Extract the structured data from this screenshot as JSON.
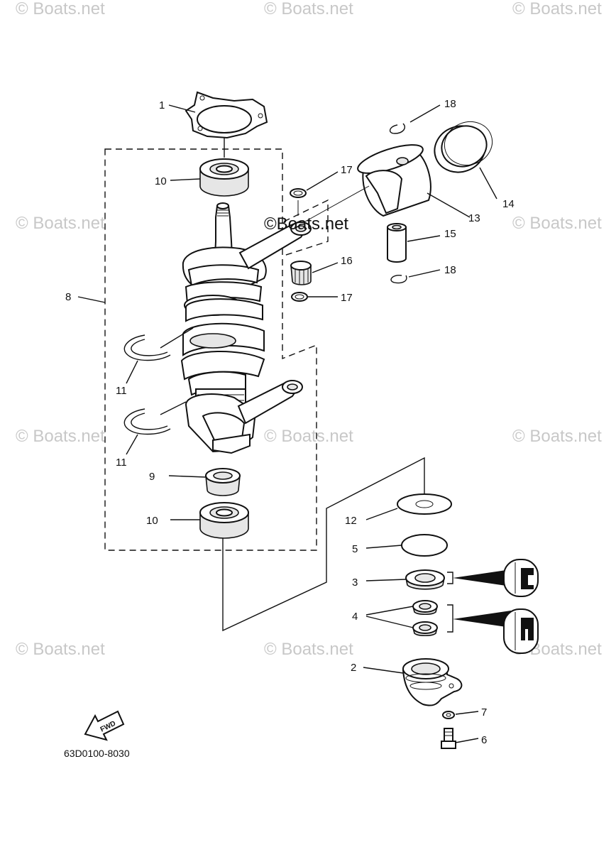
{
  "watermark": {
    "text": "© Boats.net",
    "main_text": "©Boats.net"
  },
  "diagram": {
    "code": "63D0100-8030",
    "fwd_label": "FWD"
  },
  "callouts": [
    {
      "id": "c1",
      "label": "1"
    },
    {
      "id": "c2",
      "label": "2"
    },
    {
      "id": "c3",
      "label": "3"
    },
    {
      "id": "c4",
      "label": "4"
    },
    {
      "id": "c5",
      "label": "5"
    },
    {
      "id": "c6",
      "label": "6"
    },
    {
      "id": "c7",
      "label": "7"
    },
    {
      "id": "c8",
      "label": "8"
    },
    {
      "id": "c9",
      "label": "9"
    },
    {
      "id": "c10a",
      "label": "10"
    },
    {
      "id": "c10b",
      "label": "10"
    },
    {
      "id": "c11a",
      "label": "11"
    },
    {
      "id": "c11b",
      "label": "11"
    },
    {
      "id": "c12",
      "label": "12"
    },
    {
      "id": "c13",
      "label": "13"
    },
    {
      "id": "c14",
      "label": "14"
    },
    {
      "id": "c15",
      "label": "15"
    },
    {
      "id": "c16",
      "label": "16"
    },
    {
      "id": "c17a",
      "label": "17"
    },
    {
      "id": "c17b",
      "label": "17"
    },
    {
      "id": "c18a",
      "label": "18"
    },
    {
      "id": "c18b",
      "label": "18"
    }
  ]
}
